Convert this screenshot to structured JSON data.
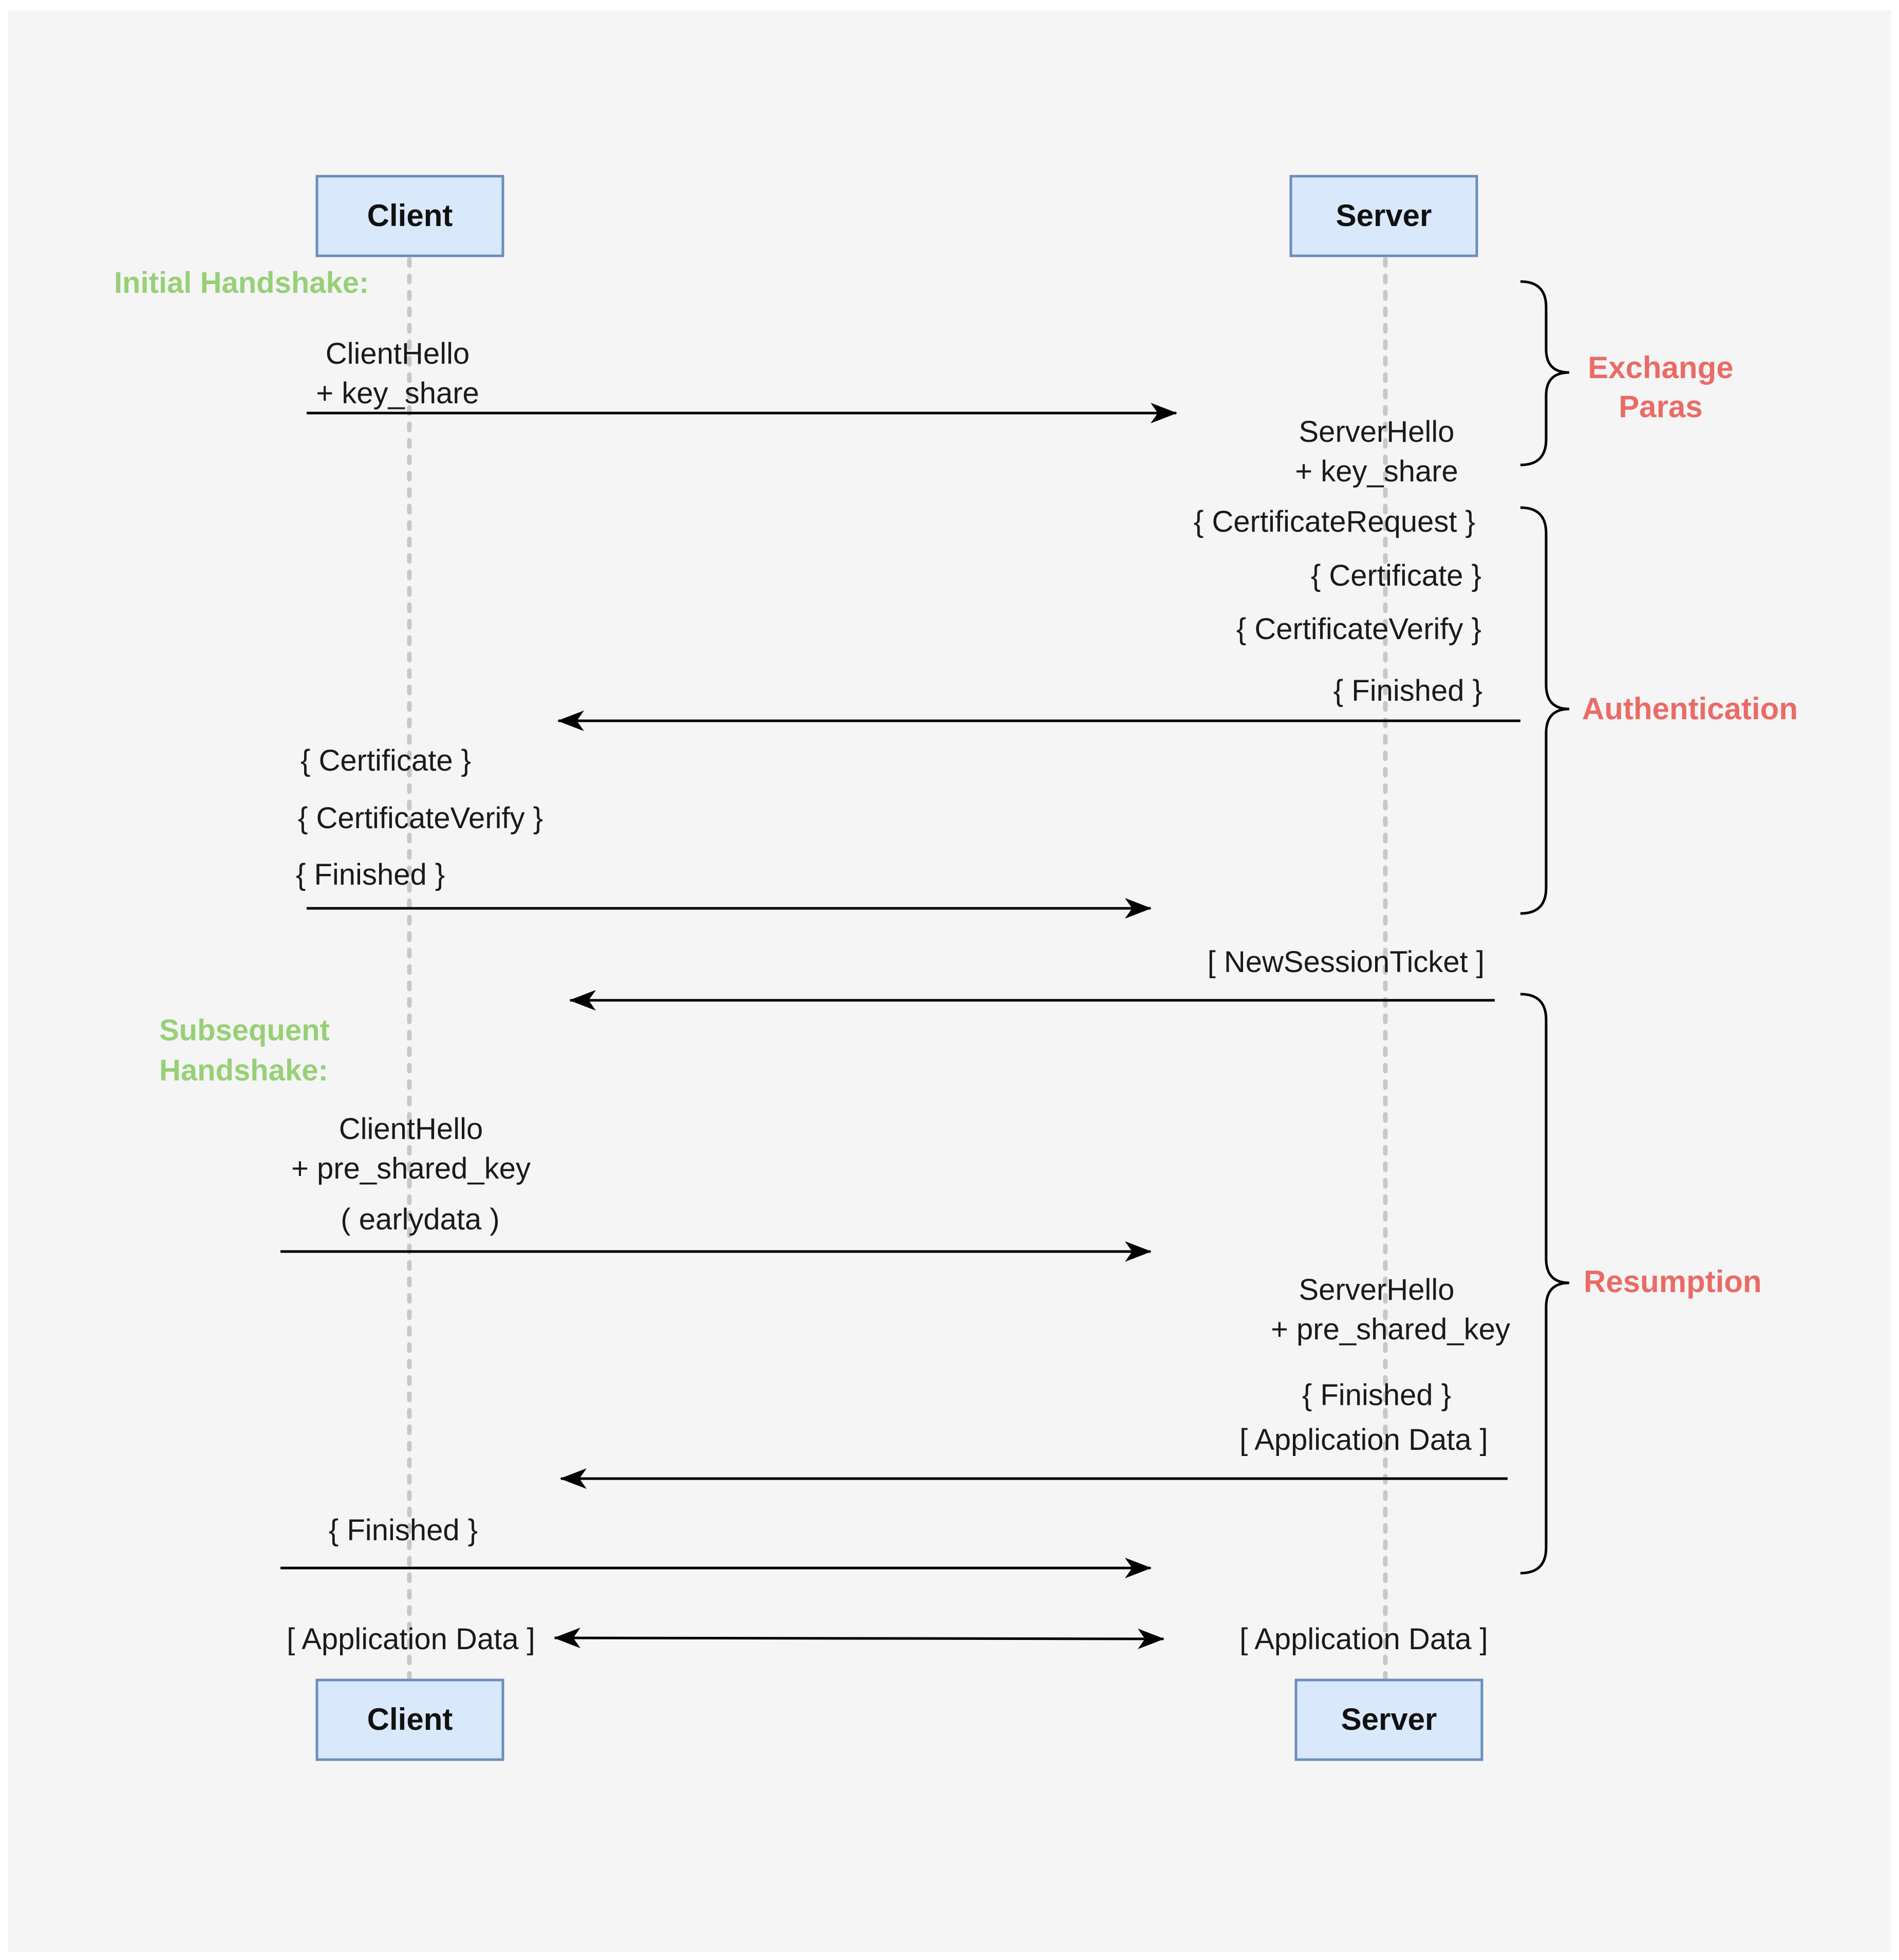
{
  "colors": {
    "background": "#f5f5f5",
    "box_fill": "#dae8fc",
    "box_stroke": "#6c8ebf",
    "lifeline": "#c8c8c8",
    "arrow": "#000000",
    "handshake_label": "#97d077",
    "phase_label": "#ea6b66"
  },
  "participants": {
    "client_top": "Client",
    "server_top": "Server",
    "client_bottom": "Client",
    "server_bottom": "Server"
  },
  "sections": {
    "initial": "Initial Handshake:",
    "subsequent_1": "Subsequent",
    "subsequent_2": "Handshake:"
  },
  "phases": {
    "exchange_1": "Exchange",
    "exchange_2": "Paras",
    "authentication": "Authentication",
    "resumption": "Resumption"
  },
  "messages": {
    "client_hello_1": "ClientHello",
    "client_key_share": "+ key_share",
    "server_hello_1": "ServerHello",
    "server_key_share": "+ key_share",
    "certificate_request": "{ CertificateRequest }",
    "server_certificate": "{ Certificate }",
    "server_certificate_verify": "{ CertificateVerify }",
    "server_finished_1": "{ Finished }",
    "client_certificate": "{ Certificate }",
    "client_certificate_verify": "{ CertificateVerify }",
    "client_finished_1": "{ Finished }",
    "new_session_ticket": "[ NewSessionTicket ]",
    "client_hello_2": "ClientHello",
    "client_pre_shared_key": "+ pre_shared_key",
    "early_data": "( earlydata )",
    "server_hello_2": "ServerHello",
    "server_pre_shared_key": "+ pre_shared_key",
    "server_finished_2": "{ Finished }",
    "server_app_data_1": "[ Application Data ]",
    "client_finished_2": "{ Finished }",
    "client_app_data": "[ Application Data ]",
    "server_app_data_2": "[ Application Data ]"
  }
}
